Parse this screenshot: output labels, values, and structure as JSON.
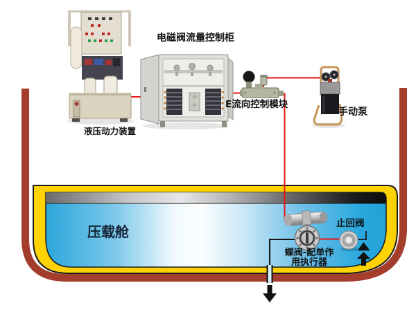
{
  "labels": {
    "hydraulic_power_unit": "液压动力装置",
    "solenoid_cabinet": "电磁阀流量控制柜",
    "flow_control_module": "E流向控制模块",
    "hand_pump": "手动泵",
    "ballast_tank": "压载舱",
    "check_valve": "止回阀",
    "butterfly_valve_line1": "蝶阀-配单作",
    "butterfly_valve_line2": "用执行器"
  },
  "colors": {
    "hull_red": "#A43D2C",
    "tank_yellow": "#FFD204",
    "water_blue": "#2BA9DE",
    "line_red": "#E8120E",
    "outline_black": "#1A1A1A"
  },
  "arrows": {
    "tank_discharge": "down",
    "check_valve_flow": "up"
  }
}
